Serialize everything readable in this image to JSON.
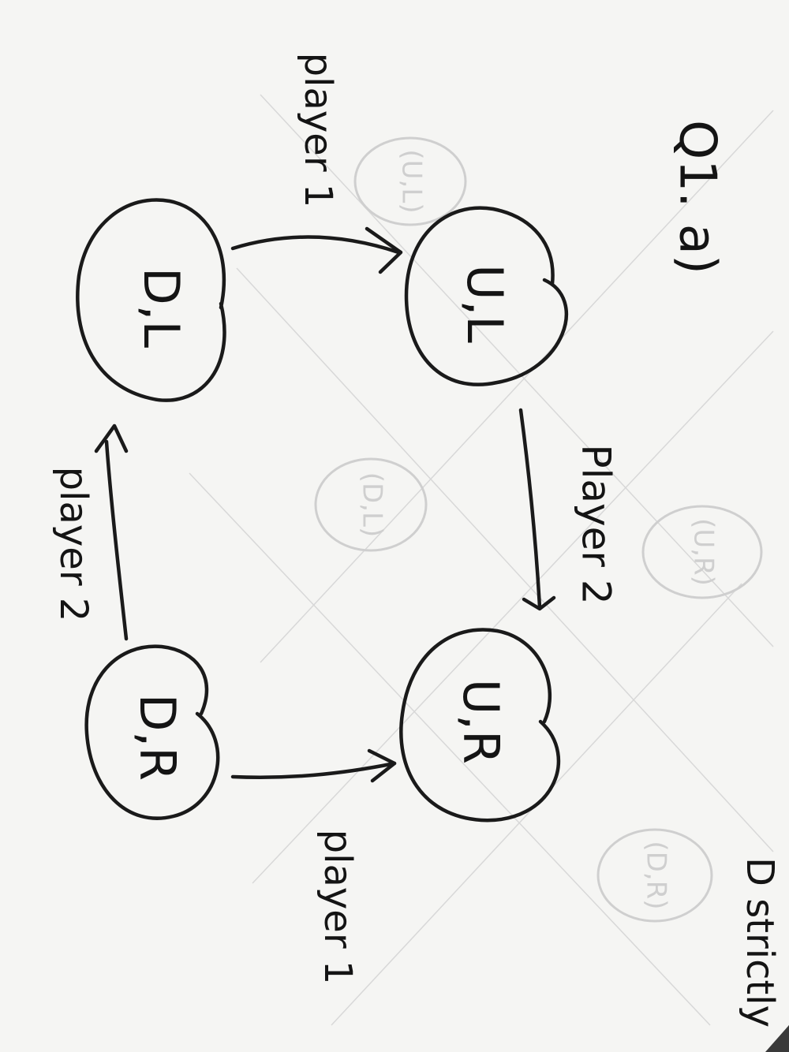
{
  "title": "Q1. a)",
  "nodes": [
    {
      "id": "UL",
      "label": "U,L"
    },
    {
      "id": "UR",
      "label": "U,R"
    },
    {
      "id": "DL",
      "label": "D,L"
    },
    {
      "id": "DR",
      "label": "D,R"
    }
  ],
  "edges": [
    {
      "from": "DL",
      "to": "UL",
      "label": "player 1"
    },
    {
      "from": "UL",
      "to": "UR",
      "label": "Player 2"
    },
    {
      "from": "DR",
      "to": "UR",
      "label": "player 1"
    },
    {
      "from": "DR",
      "to": "DL",
      "label": "player 2"
    }
  ],
  "bleed_through_labels": [
    "(U,L)",
    "(D,L)",
    "(U,R)",
    "(D,R)"
  ],
  "partial_text": "D strictly",
  "colors": {
    "paper": "#f6f6f4",
    "ink": "#1a1a1a",
    "background": "#2a2a2a"
  }
}
